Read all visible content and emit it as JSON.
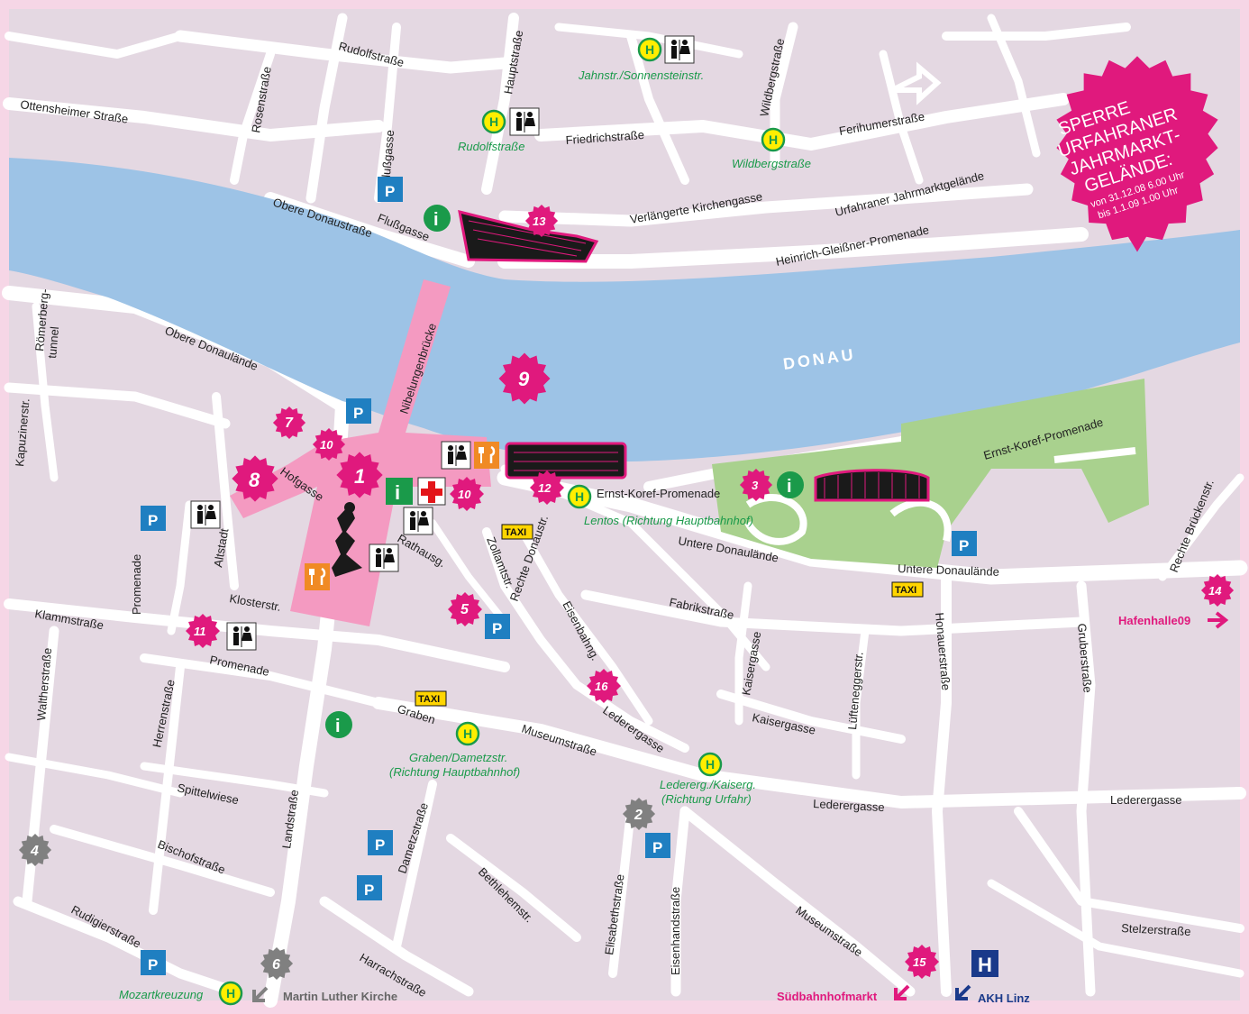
{
  "river": {
    "name": "DONAU"
  },
  "notice": {
    "lines": [
      "SPERRE",
      "URFAHRANER",
      "JAHRMARKT-",
      "GELÄNDE:"
    ],
    "sub_lines": [
      "von 31.12.08 6.00 Uhr",
      "bis 1.1.09 1.00 Uhr"
    ]
  },
  "streets": {
    "rudolfstrasse": "Rudolfstraße",
    "hauptstrasse": "Hauptstraße",
    "ottensheimer": "Ottensheimer Straße",
    "rosenstrasse": "Rosenstraße",
    "flussgasse_n": "Flußgasse",
    "flussgasse_s": "Flußgasse",
    "friedrichstrasse": "Friedrichstraße",
    "wildbergstrasse": "Wildbergstraße",
    "ferihumerstrasse": "Ferihumerstraße",
    "obere_donaustrasse": "Obere Donaustraße",
    "verl_kirchengasse": "Verlängerte Kirchengasse",
    "urfahraner_gelaende": "Urfahraner Jahrmarktgelände",
    "heinrich_gleissner": "Heinrich-Gleißner-Promenade",
    "nibelungenbruecke": "Nibelungenbrücke",
    "roemerbergtunnel_1": "Römerberg-",
    "roemerbergtunnel_2": "tunnel",
    "obere_donaulaende": "Obere Donaulände",
    "kapuzinerstr": "Kapuzinerstr.",
    "hofgasse": "Hofgasse",
    "altstadt": "Altstadt",
    "promenade_v": "Promenade",
    "ernst_koref_1": "Ernst-Koref-Promenade",
    "ernst_koref_2": "Ernst-Koref-Promenade",
    "untere_donaulaende_1": "Untere Donaulände",
    "untere_donaulaende_2": "Untere Donaulände",
    "rechte_brueckenstr": "Rechte Brückenstr.",
    "rathausg": "Rathausg.",
    "zollamtstr": "Zollamtstr.",
    "rechte_donaustr": "Rechte Donaustr.",
    "klosterstr": "Klosterstr.",
    "klammstrasse": "Klammstraße",
    "promenade_h": "Promenade",
    "fabrikstrasse": "Fabrikstraße",
    "eisenbahng": "Eisenbahng.",
    "kaisergasse_v": "Kaisergasse",
    "lueftenegger": "Lüfteneggerstr.",
    "honauerstrasse": "Honauerstraße",
    "gruberstrasse": "Gruberstraße",
    "waltherstrasse": "Waltherstraße",
    "herrenstrasse": "Herrenstraße",
    "graben": "Graben",
    "museumstrasse_1": "Museumstraße",
    "lederergasse_1": "Lederergasse",
    "kaisergasse_h": "Kaisergasse",
    "lederergasse_2": "Lederergasse",
    "lederergasse_3": "Lederergasse",
    "spittelwiese": "Spittelwiese",
    "landstrasse": "Landstraße",
    "dametzstrasse": "Dametzstraße",
    "bischofstrasse": "Bischofstraße",
    "bethlehemstr": "Bethlehemstr.",
    "elisabethstrasse": "Elisabethstraße",
    "eisenhandstrasse": "Eisenhandstraße",
    "museumstrasse_2": "Museumstraße",
    "stelzerstrasse": "Stelzerstraße",
    "rudigierstrasse": "Rudigierstraße",
    "harrachstrasse": "Harrachstraße"
  },
  "stops": {
    "jahnstr": "Jahnstr./Sonnensteinstr.",
    "rudolfstrasse": "Rudolfstraße",
    "wildbergstrasse": "Wildbergstraße",
    "lentos": "Lentos (Richtung Hauptbahnhof)",
    "graben_1": "Graben/Dametzstr.",
    "graben_2": "(Richtung Hauptbahnhof)",
    "lederer_1": "Ledererg./Kaiserg.",
    "lederer_2": "(Richtung Urfahr)",
    "mozartkreuzung": "Mozartkreuzung"
  },
  "destinations": {
    "hafenhalle": "Hafenhalle09",
    "suedbahnhof": "Südbahnhofmarkt",
    "akh": "AKH Linz",
    "martin_luther": "Martin Luther Kirche"
  },
  "markers": {
    "m1": "1",
    "m2": "2",
    "m3": "3",
    "m4": "4",
    "m5": "5",
    "m6": "6",
    "m7": "7",
    "m8": "8",
    "m9": "9",
    "m10a": "10",
    "m10b": "10",
    "m11": "11",
    "m12": "12",
    "m13": "13",
    "m14": "14",
    "m15": "15",
    "m16": "16"
  },
  "symbols": {
    "parking": "P",
    "stop": "H",
    "taxi": "TAXI",
    "info": "i",
    "hospital": "H"
  },
  "colors": {
    "block": "#e4d8e2",
    "road": "#ffffff",
    "river": "#9dc3e6",
    "park": "#a9d18e",
    "pedestrian": "#f49ac1",
    "accent": "#e0197d",
    "parking": "#1f7fc1",
    "stop_ring": "#1a9a4a",
    "stop_fill": "#ffee00",
    "taxi": "#ffd500",
    "info": "#1a9a4a",
    "grey_marker": "#808080",
    "hospital": "#1a3a8a"
  }
}
